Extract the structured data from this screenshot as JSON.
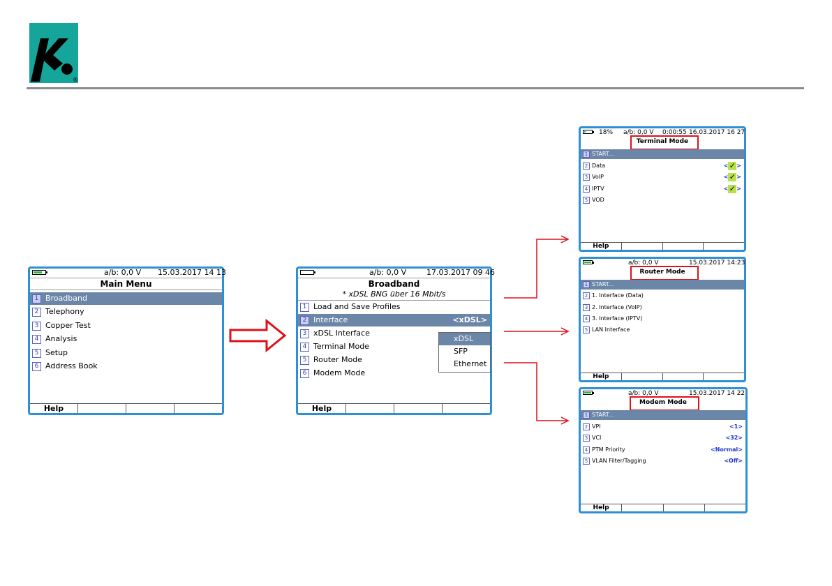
{
  "colors": {
    "screen_border": "#2d8fd4",
    "selection": "#6c86a8",
    "accent_red": "#e0101a",
    "logo_teal": "#15a59a"
  },
  "main_menu": {
    "status": {
      "ab": "a/b: 0,0 V",
      "datetime": "15.03.2017 14 13"
    },
    "title": "Main Menu",
    "items": [
      {
        "num": "1",
        "label": "Broadband",
        "selected": true
      },
      {
        "num": "2",
        "label": "Telephony"
      },
      {
        "num": "3",
        "label": "Copper Test"
      },
      {
        "num": "4",
        "label": "Analysis"
      },
      {
        "num": "5",
        "label": "Setup"
      },
      {
        "num": "6",
        "label": "Address Book"
      }
    ],
    "fkeys": [
      "Help",
      "",
      "",
      ""
    ]
  },
  "broadband": {
    "status": {
      "ab": "a/b: 0,0 V",
      "datetime": "17.03.2017 09 46"
    },
    "title": "Broadband",
    "subtitle": "*  xDSL BNG über 16 Mbit/s",
    "items": [
      {
        "num": "1",
        "label": "Load and Save Profiles"
      },
      {
        "num": "2",
        "label": "Interface",
        "value": "<xDSL>",
        "selected": true
      },
      {
        "num": "3",
        "label": "xDSL Interface"
      },
      {
        "num": "4",
        "label": "Terminal Mode"
      },
      {
        "num": "5",
        "label": "Router Mode"
      },
      {
        "num": "6",
        "label": "Modem Mode"
      }
    ],
    "dropdown": {
      "options": [
        "xDSL",
        "SFP",
        "Ethernet"
      ],
      "selected": "xDSL"
    },
    "fkeys": [
      "Help",
      "",
      "",
      ""
    ]
  },
  "terminal_mode": {
    "status": {
      "battery": "18%",
      "ab": "a/b: 0,0 V",
      "timer": "0:00:55",
      "datetime": "16.03.2017 16 27"
    },
    "title": "Terminal Mode",
    "items": [
      {
        "num": "1",
        "label": "START...",
        "selected": true
      },
      {
        "num": "2",
        "label": "Data",
        "checked": true
      },
      {
        "num": "3",
        "label": "VoIP",
        "checked": true
      },
      {
        "num": "4",
        "label": "IPTV",
        "checked": true
      },
      {
        "num": "5",
        "label": "VOD"
      }
    ],
    "fkeys": [
      "Help",
      "",
      "",
      ""
    ]
  },
  "router_mode": {
    "status": {
      "ab": "a/b: 0,0 V",
      "datetime": "15.03.2017 14:23"
    },
    "title": "Router Mode",
    "items": [
      {
        "num": "1",
        "label": "START...",
        "selected": true
      },
      {
        "num": "2",
        "label": "1. Interface (Data)"
      },
      {
        "num": "3",
        "label": "2. Interface (VoIP)"
      },
      {
        "num": "4",
        "label": "3. Interface (IPTV)"
      },
      {
        "num": "5",
        "label": "LAN Interface"
      }
    ],
    "fkeys": [
      "Help",
      "",
      "",
      ""
    ]
  },
  "modem_mode": {
    "status": {
      "ab": "a/b: 0,0 V",
      "datetime": "15.03.2017 14 22"
    },
    "title": "Modem Mode",
    "items": [
      {
        "num": "1",
        "label": "START...",
        "selected": true
      },
      {
        "num": "2",
        "label": "VPI",
        "value": "<1>"
      },
      {
        "num": "3",
        "label": "VCI",
        "value": "<32>"
      },
      {
        "num": "4",
        "label": "PTM Priority",
        "value": "<Normal>"
      },
      {
        "num": "5",
        "label": "VLAN Filter/Tagging",
        "value": "<Off>"
      }
    ],
    "fkeys": [
      "Help",
      "",
      "",
      ""
    ]
  },
  "icons": {
    "logo": "company-k-logo",
    "check": "check-icon",
    "registered": "®"
  }
}
